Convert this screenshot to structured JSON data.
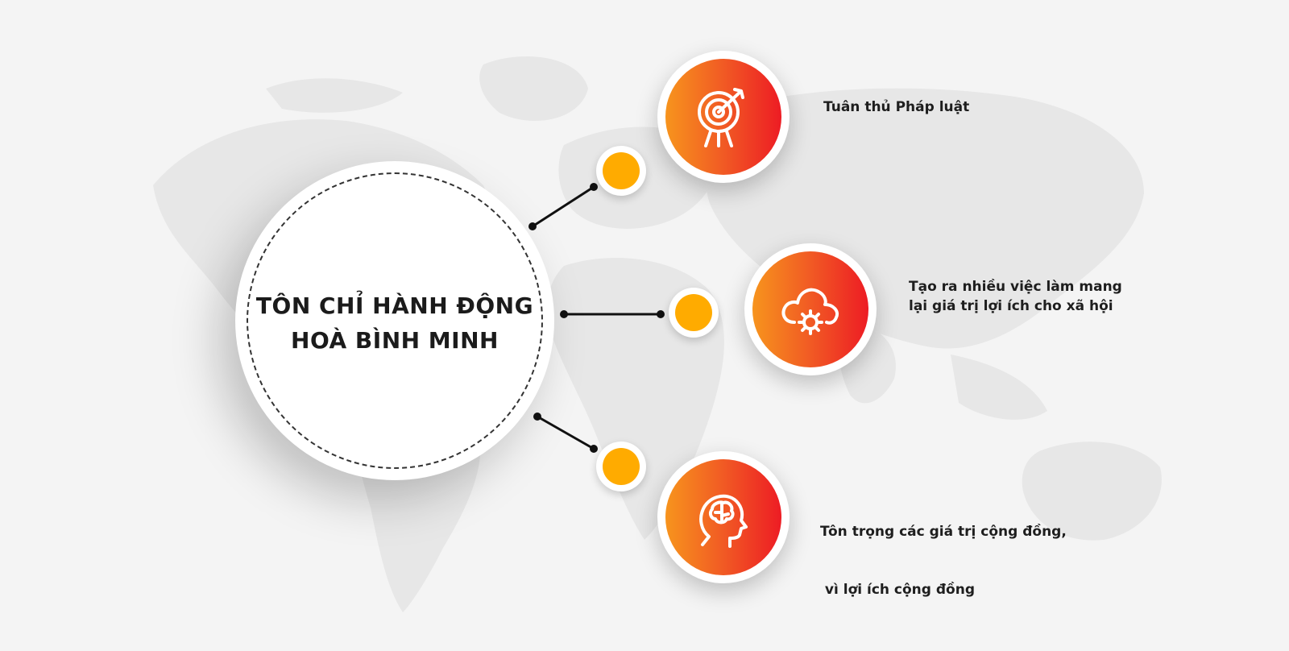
{
  "center": {
    "title_line1": "TÔN CHỈ HÀNH ĐỘNG",
    "title_line2": "HOÀ BÌNH MINH"
  },
  "items": [
    {
      "label_lines": [
        "Tuân thủ Pháp luật"
      ],
      "icon": "target-icon"
    },
    {
      "label_lines": [
        "Tạo ra nhiều việc làm mang",
        "lại giá trị lợi ích cho xã hội"
      ],
      "icon": "cloud-gear-icon"
    },
    {
      "label_lines": [
        "Tôn trọng các giá trị cộng đồng,",
        " vì lợi ích cộng đồng"
      ],
      "icon": "head-brain-icon"
    }
  ],
  "colors": {
    "background": "#f4f4f4",
    "map": "#e7e7e7",
    "knob": "#ffab00",
    "gradient_start": "#f7941d",
    "gradient_end": "#ed1c24",
    "text": "#1e1e1e"
  }
}
